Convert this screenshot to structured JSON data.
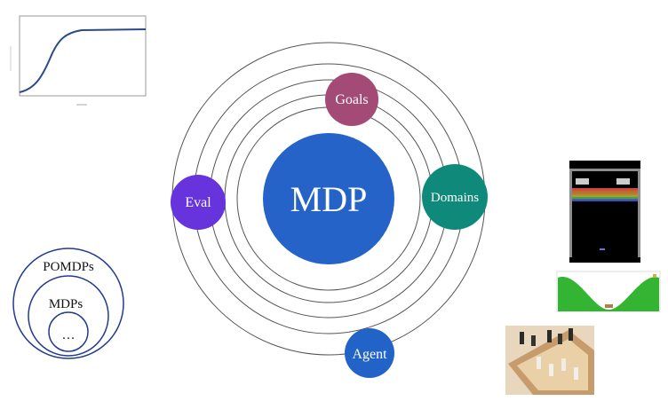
{
  "diagram": {
    "center_label": "MDP",
    "nodes": {
      "goals": "Goals",
      "domains": "Domains",
      "eval": "Eval",
      "agent": "Agent"
    },
    "nested": {
      "outer": "POMDPs",
      "middle": "MDPs",
      "inner": "…"
    },
    "colors": {
      "mdp": "#2563c9",
      "goals": "#a34a77",
      "domains": "#0f8a7a",
      "eval": "#6633dd",
      "agent": "#2263c8",
      "nested_border": "#223b8f"
    }
  },
  "thumbnails": {
    "curve_plot": "learning-curve-plot",
    "breakout_game": "breakout-game",
    "mountain_car_game": "mountain-car-game",
    "chess_board": "chess-board"
  }
}
